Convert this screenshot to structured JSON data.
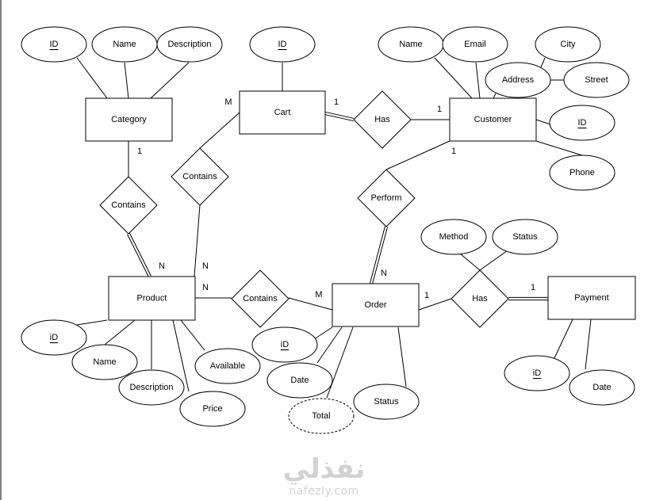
{
  "entities": {
    "category": "Category",
    "cart": "Cart",
    "customer": "Customer",
    "product": "Product",
    "order": "Order",
    "payment": "Payment"
  },
  "relationships": {
    "category_product": "Contains",
    "cart_product": "Contains",
    "cart_customer": "Has",
    "customer_order": "Perform",
    "product_order": "Contains",
    "order_payment": "Has"
  },
  "attributes": {
    "category_id": {
      "label": "ID",
      "key": true
    },
    "category_name": {
      "label": "Name"
    },
    "category_description": {
      "label": "Description"
    },
    "cart_id": {
      "label": "ID",
      "key": true
    },
    "customer_name": {
      "label": "Name"
    },
    "customer_email": {
      "label": "Email"
    },
    "customer_city": {
      "label": "City"
    },
    "customer_address": {
      "label": "Address"
    },
    "customer_street": {
      "label": "Street"
    },
    "customer_id": {
      "label": "ID",
      "key": true
    },
    "customer_phone": {
      "label": "Phone"
    },
    "payment_method": {
      "label": "Method"
    },
    "payment_status": {
      "label": "Status"
    },
    "product_id": {
      "label": "iD",
      "key": true
    },
    "product_name": {
      "label": "Name"
    },
    "product_description": {
      "label": "Description"
    },
    "product_price": {
      "label": "Price"
    },
    "product_available": {
      "label": "Available"
    },
    "order_id": {
      "label": "iD",
      "key": true
    },
    "order_date": {
      "label": "Date"
    },
    "order_total": {
      "label": "Total",
      "derived": true
    },
    "order_status": {
      "label": "Status"
    },
    "payment_id": {
      "label": "iD",
      "key": true
    },
    "payment_date": {
      "label": "Date"
    }
  },
  "cardinalities": {
    "cart_m": "M",
    "cart_has_1": "1",
    "customer_has_1": "1",
    "customer_perform_1": "1",
    "category_1": "1",
    "product_cat_n": "N",
    "product_cart_n": "N",
    "product_order_n": "N",
    "order_product_m": "M",
    "order_perform_n": "N",
    "order_pay_1": "1",
    "payment_1": "1"
  },
  "watermark": {
    "arabic": "نفذلي",
    "latin": "nafezly.com"
  }
}
